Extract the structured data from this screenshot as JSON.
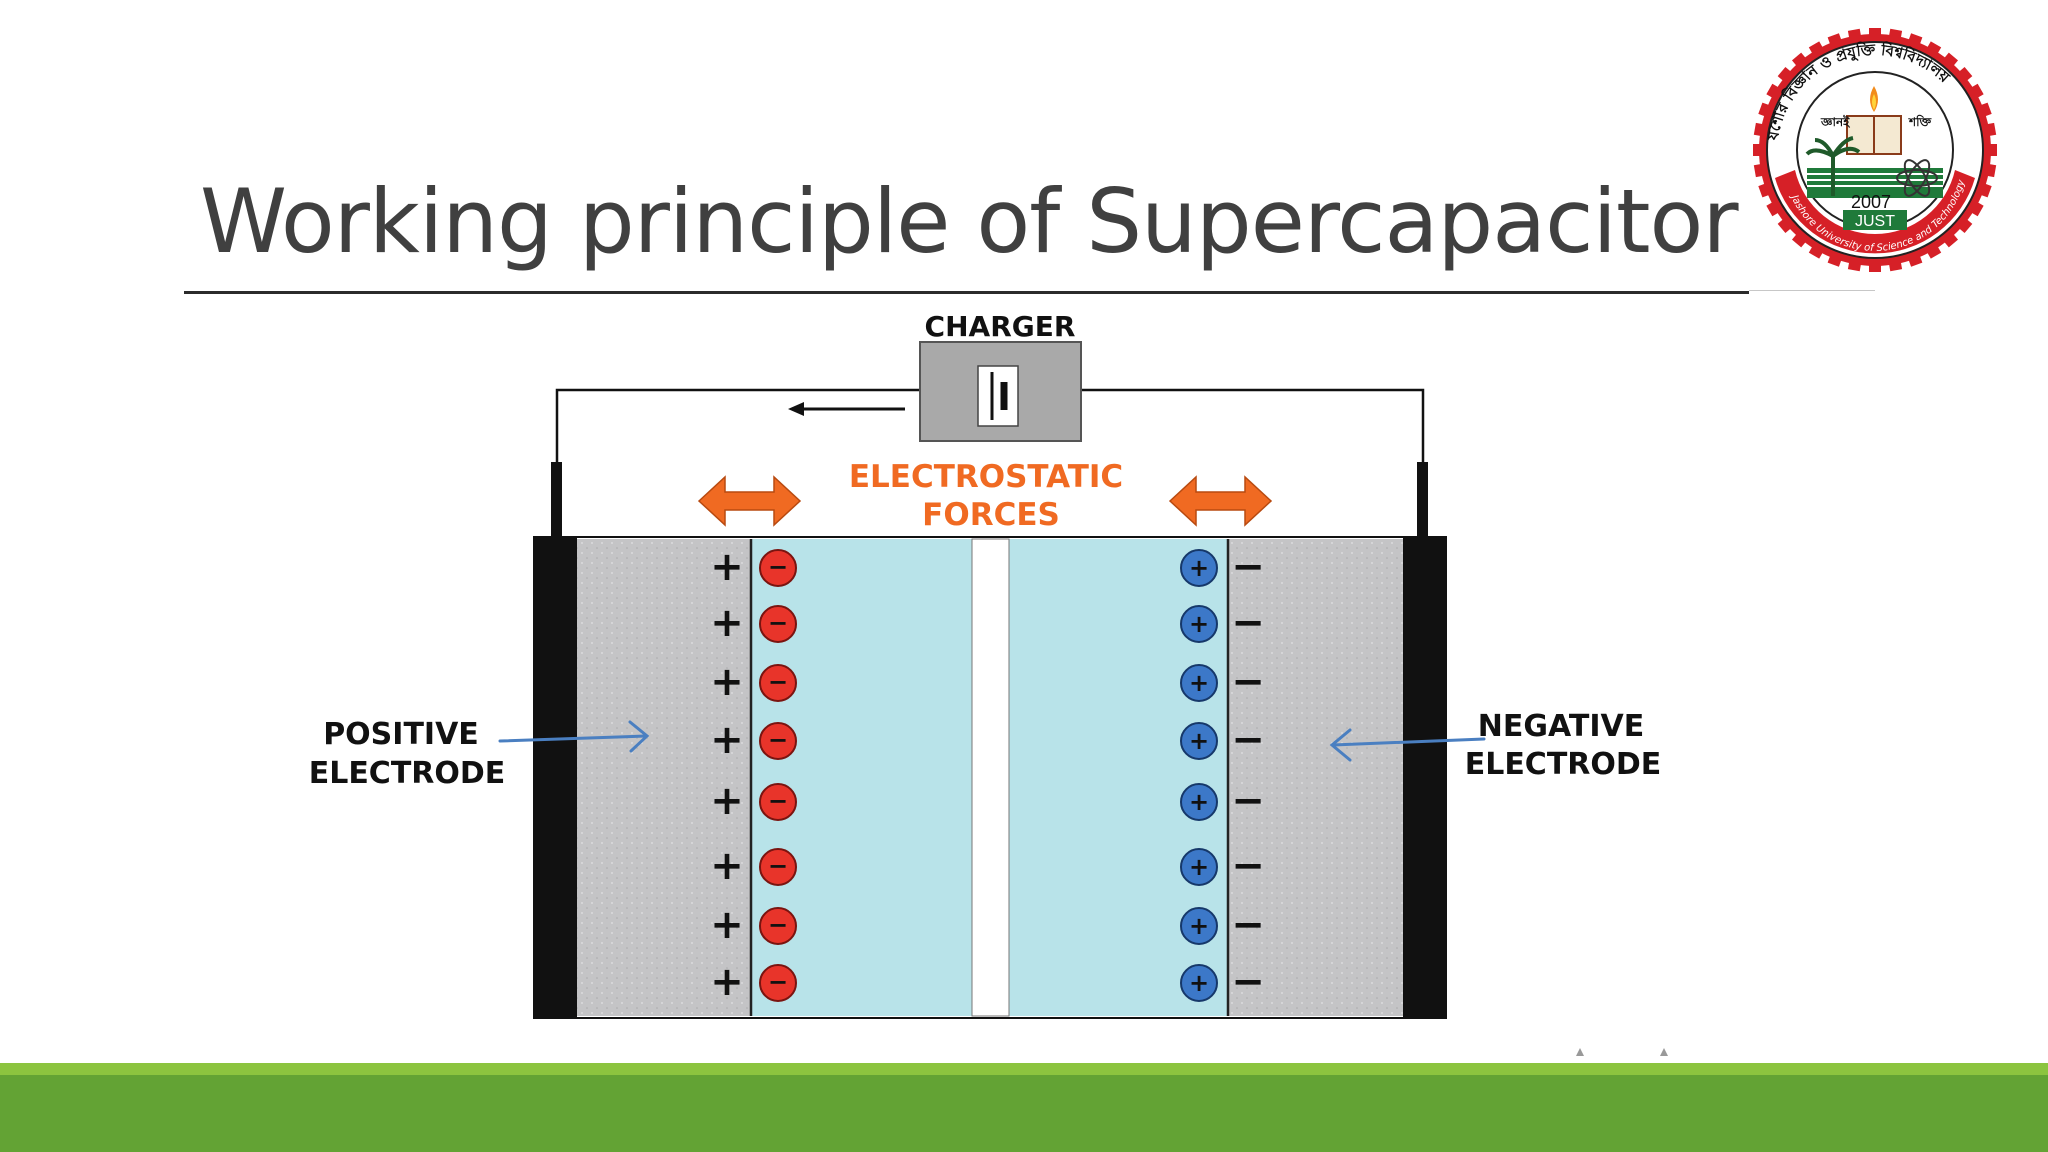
{
  "slide": {
    "title": "Working principle of Supercapacitor"
  },
  "diagram": {
    "charger_label": "CHARGER",
    "forces_label_line1": "ELECTROSTATIC",
    "forces_label_line2": "FORCES",
    "positive_electrode_line1": "POSITIVE",
    "positive_electrode_line2": "ELECTRODE",
    "negative_electrode_line1": "NEGATIVE",
    "negative_electrode_line2": "ELECTRODE",
    "plus_sign": "+",
    "minus_sign": "−",
    "charge_pairs_per_side": 8
  },
  "logo": {
    "ring_text_bn": "যশোর বিজ্ঞান ও প্রযুক্তি বিশ্ববিদ্যালয়",
    "motto_left": "জ্ঞানই",
    "motto_right": "শক্তি",
    "year": "2007",
    "abbr": "JUST",
    "ring_text_en": "Jashore University of Science and Technology"
  },
  "colors": {
    "band_dark": "#63a334",
    "band_light": "#8cc43f",
    "electrolyte": "#b8e3e9",
    "electrode": "#c4c4c6",
    "forces_orange": "#f06a22",
    "negative_ion": "#e8342a",
    "positive_ion": "#3c78c8",
    "arrow_blue": "#4a7fc1",
    "logo_red": "#d62027",
    "logo_green": "#1f7a3a"
  },
  "icons": {
    "battery": "battery-symbol-icon",
    "current_arrow": "arrow-left-icon",
    "force_arrow": "double-headed-arrow-icon",
    "pointer_arrow": "arrow-pointer-icon"
  }
}
